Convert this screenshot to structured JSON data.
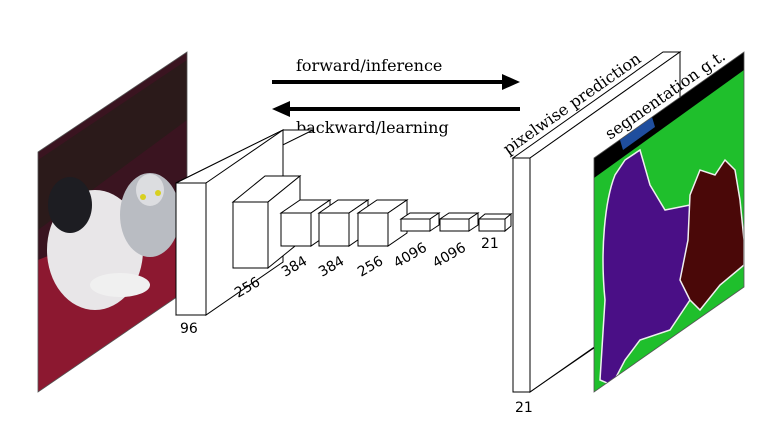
{
  "arrows": {
    "forward_label": "forward/inference",
    "backward_label": "backward/learning"
  },
  "layers": {
    "input_label": "96",
    "conv2_label": "256",
    "conv3_label": "384",
    "conv4_label": "384",
    "conv5_label": "256",
    "fc6_label": "4096",
    "fc7_label": "4096",
    "score_label": "21",
    "prediction_label": "21"
  },
  "outputs": {
    "prediction_title": "pixelwise prediction",
    "segmentation_title": "segmentation g.t."
  },
  "colors": {
    "photo_dark": "#3a1420",
    "photo_red": "#8c1830",
    "seg_background": "#1fbf2c",
    "seg_dog": "#4a0f86",
    "seg_cat": "#4a0808",
    "seg_black": "#000000",
    "seg_blue": "#1f4e9e"
  }
}
